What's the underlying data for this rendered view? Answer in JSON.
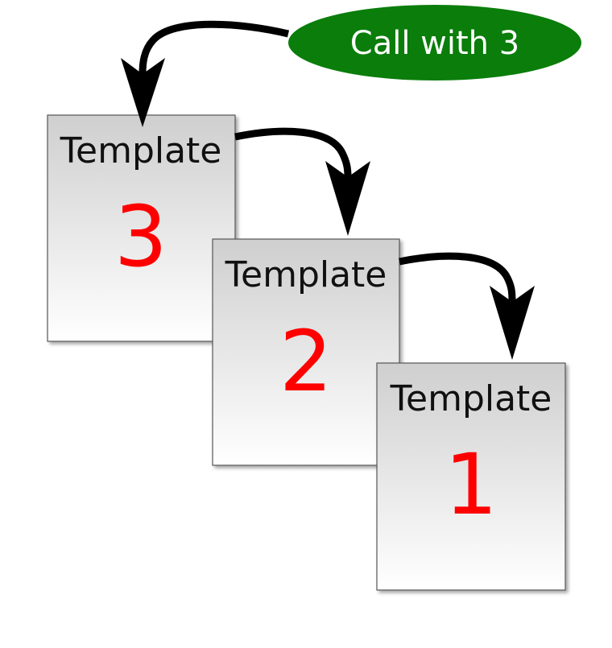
{
  "call_bubble": {
    "label": "Call with 3",
    "color": "#0a7d0a",
    "text_color": "#ffffff"
  },
  "templates": [
    {
      "label": "Template",
      "number": "3"
    },
    {
      "label": "Template",
      "number": "2"
    },
    {
      "label": "Template",
      "number": "1"
    }
  ],
  "colors": {
    "number": "#ff0000",
    "card_top": "#cfcfcf",
    "card_bottom": "#ffffff",
    "card_border": "#555555",
    "arrow": "#000000"
  }
}
